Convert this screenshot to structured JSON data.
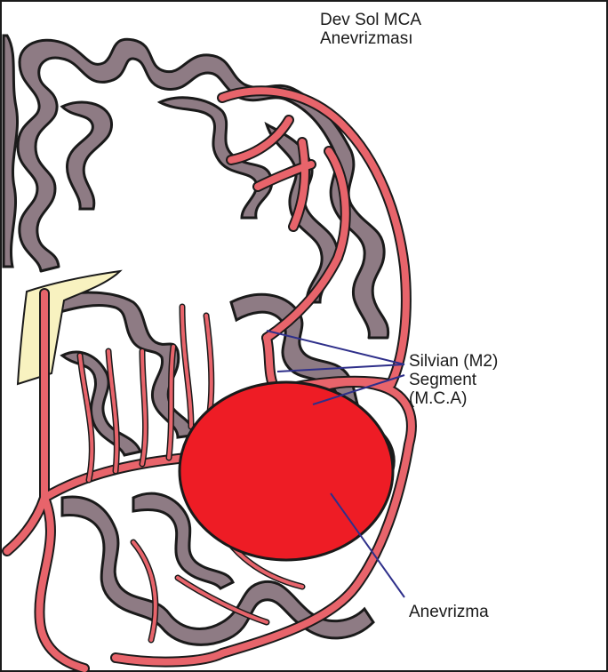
{
  "title": {
    "line1": "Dev Sol MCA",
    "line2": "Anevrizması"
  },
  "labels": {
    "silvian": [
      "Silvian (M2)",
      "Segment",
      "(M.C.A)"
    ],
    "aneurysm": "Anevrizma"
  },
  "colors": {
    "cortex": "#8e7b84",
    "outline": "#1a1a1a",
    "vessel": "#e8646b",
    "aneurysm": "#ee1c25",
    "bone": "#f8f2c0",
    "pointer": "#2e2f8a"
  }
}
